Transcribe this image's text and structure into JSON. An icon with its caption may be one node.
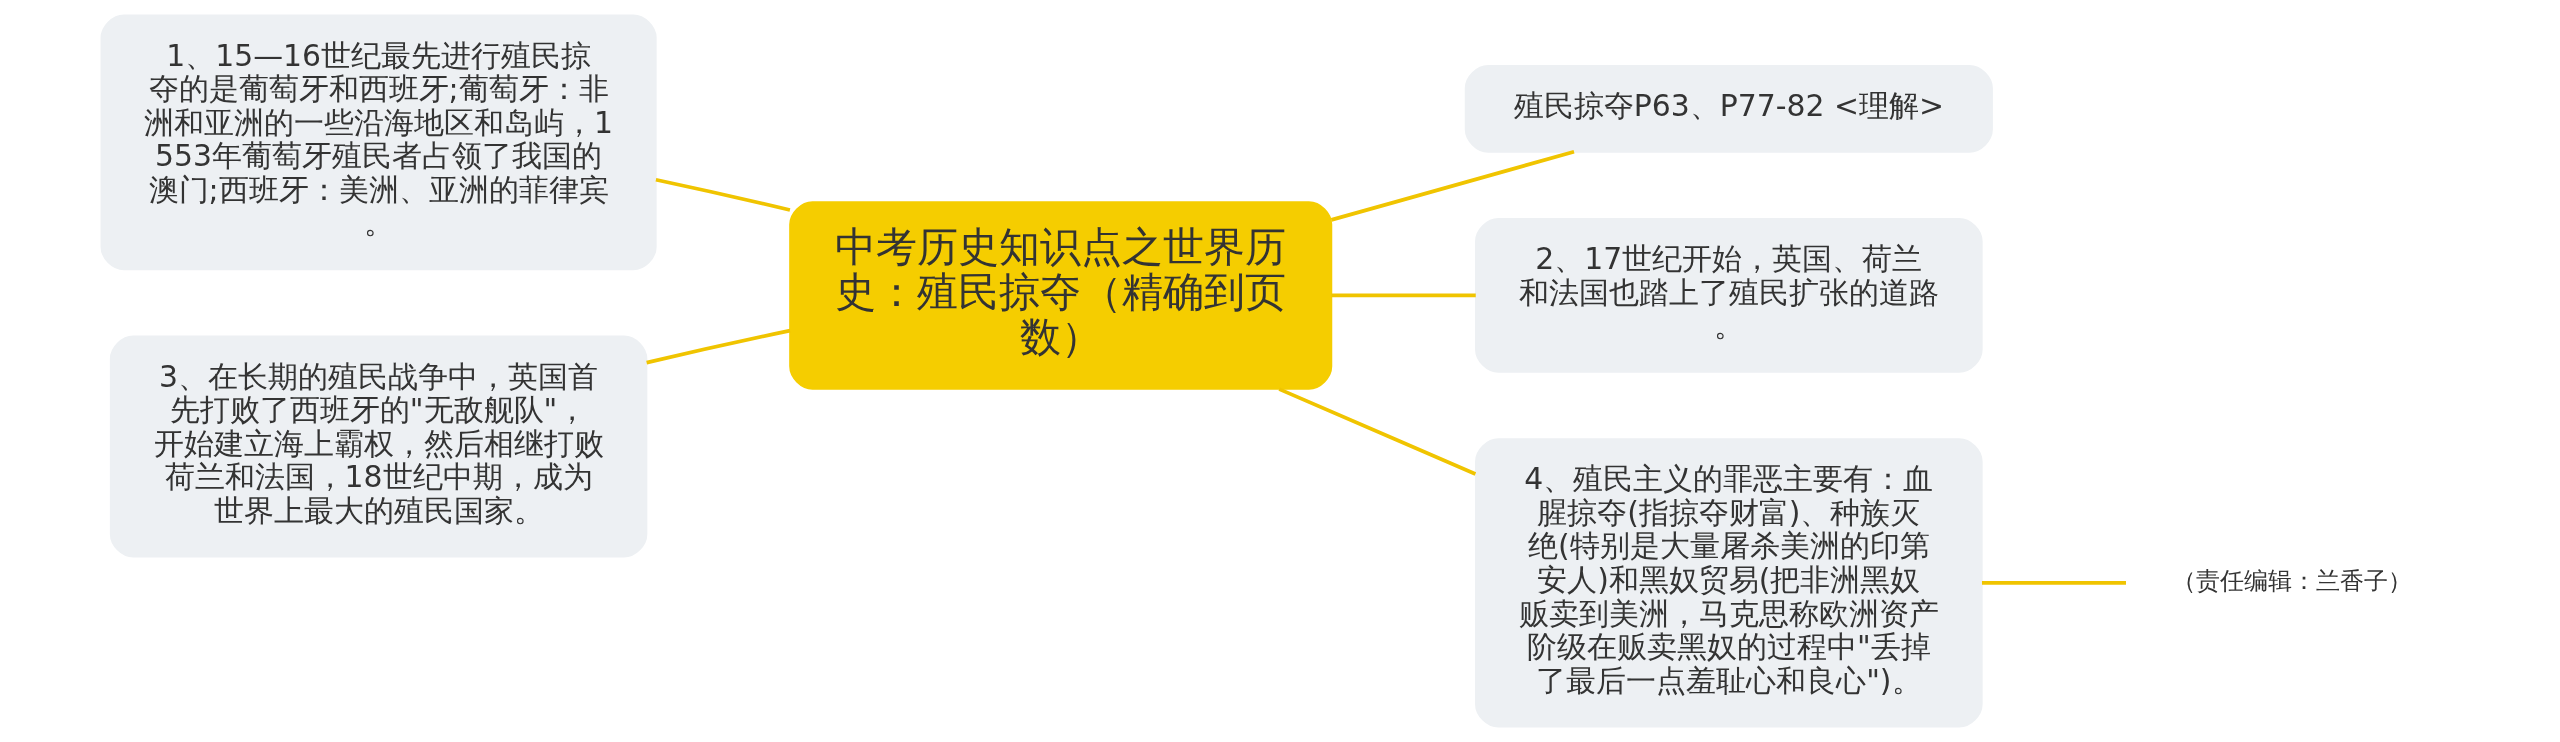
{
  "diagram": {
    "nodes": [
      {
        "text": [
          "中考历史知识点之世界历史：殖民掠夺（精确到页数）"
        ]
      },
      {
        "text": [
          "殖民掠夺P63、P77-82 <理解>"
        ]
      },
      {
        "text": [
          "1、15—16世纪最先进行殖民掠夺的是葡萄牙和西班牙;葡萄牙：非洲和亚洲的一些沿海地区和岛屿，1553年葡萄牙殖民者占领了我国的澳门;西班牙：美洲、亚洲的菲律宾。"
        ]
      },
      {
        "text": [
          "2、17世纪开始，英国、荷兰和法国也踏上了殖民扩张的道路。"
        ]
      },
      {
        "text": [
          "3、在长期的殖民战争中，英国首先打败了西班牙的\"无敌舰队\"，开始建立海上霸权，然后相继打败荷兰和法国，18世纪中期，成为世界上最大的殖民国家。"
        ]
      },
      {
        "text": [
          "4、殖民主义的罪恶主要有：血腥掠夺(指掠夺财富)、种族灭绝(特别是大量屠杀美洲的印第安人)和黑奴贸易(把非洲黑奴贩卖到美洲，马克思称欧洲资产阶级在贩卖黑奴的过程中\"丢掉了最后一点羞耻心和良心\")。"
        ]
      },
      {
        "text": [
          "（责任编辑：兰香子）"
        ]
      }
    ],
    "edges": [
      {
        "from": 0,
        "to": 1,
        "arrow": "none"
      },
      {
        "from": 0,
        "to": 2,
        "arrow": "none"
      },
      {
        "from": 0,
        "to": 3,
        "arrow": "none"
      },
      {
        "from": 0,
        "to": 4,
        "arrow": "none"
      },
      {
        "from": 0,
        "to": 5,
        "arrow": "none"
      },
      {
        "from": 5,
        "to": 6,
        "arrow": "none"
      }
    ]
  }
}
